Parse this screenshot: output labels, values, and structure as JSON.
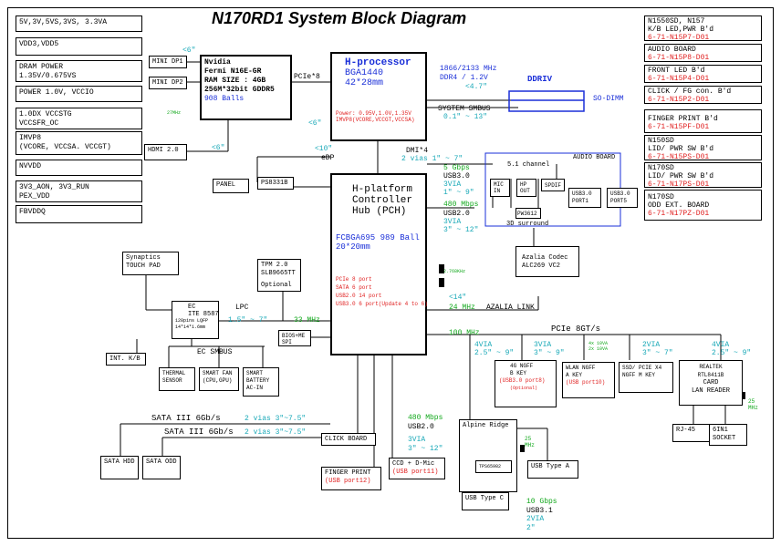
{
  "title": "N170RD1 System Block Diagram",
  "power_rails": [
    "5V,3V,5VS,3VS, 3.3VA",
    "VDD3,VDD5",
    "DRAM POWER\n1.35V/0.675VS",
    "POWER 1.0V, VCCIO",
    "1.0DX VCCSTG\nVCCSFR_OC",
    "IMVP8\n(VCORE, VCCSA. VCCGT)",
    "NVVDD",
    "3V3_AON, 3V3_RUN\nPEX_VDD",
    "FBVDDQ"
  ],
  "right_boards": [
    {
      "title": "N1550SD, N157\nK/B LED,PWR B'd",
      "part": "6-71-N15P7-D01"
    },
    {
      "title": "AUDIO BOARD",
      "part": "6-71-N15P8-D01"
    },
    {
      "title": "FRONT LED B'd",
      "part": "6-71-N15P4-D01"
    },
    {
      "title": "CLICK / FG con. B'd",
      "part": "6-71-N15P2-D01"
    },
    {
      "title": "FINGER PRINT B'd",
      "part": "6-71-N15PF-D01"
    },
    {
      "title": "N150SD\nLID/ PWR SW B'd",
      "part": "6-71-N15PS-D01"
    },
    {
      "title": "N170SD\nLID/ PWR SW B'd",
      "part": "6-71-N17PS-D01"
    },
    {
      "title": "N170SD\nODD EXT. BOARD",
      "part": "6-71-N17PZ-D01"
    }
  ],
  "gpu": {
    "name": "Nvidia\nFermi N16E-GR\nRAM SIZE : 4GB\n256M*32bit GDDR5",
    "balls": "908 Balls",
    "mini_dp1": "MINI DP1",
    "mini_dp2": "MINI DP2",
    "hdmi": "HDMI 2.0",
    "pcie": "PCIe*8",
    "n6": "<6\"",
    "n6b": "<6\"",
    "n6c": "<6\"",
    "tiny": "27MHz"
  },
  "cpu": {
    "name": "H-processor",
    "pkg": "BGA1440\n42*28mm",
    "power": "Power: 0.95V,1.0V,1.35V\nIMVP8(VCORE,VCCGT,VCCSA)",
    "ddr_speed": "1866/2133 MHz",
    "ddr_type": "DDR4 / 1.2V",
    "ddr_len": "<4.7\"",
    "ddriv": "DDRIV",
    "sodimm": "SO-DIMM",
    "smbus": "SYSTEM SMBUS",
    "smbus_len": "0.1\" ~ 13\"",
    "n6": "<6\""
  },
  "edp": {
    "len": "<10\"",
    "label": "eDP",
    "panel": "PANEL",
    "ps": "PS8331B"
  },
  "dmi": {
    "label": "DMI*4",
    "vias": "2 vias 1\" ~ 7\""
  },
  "pch": {
    "name": "H-platform\nController\nHub (PCH)",
    "pkg": "FCBGA695 989 Ball\n20*20mm",
    "ports": "PCIe 8 port\nSATA 6 port\nUSB2.0 14 port\nUSB3.0 6 port(Update 4 to 6)",
    "clk": "2.768KHz",
    "clk2": "24MHz"
  },
  "usb30_top": {
    "speed": "5 Gbps",
    "label": "USB3.0",
    "vias": "3VIA",
    "len": "1\" ~ 9\""
  },
  "usb20_top": {
    "speed": "480 Mbps",
    "label": "USB2.0",
    "vias": "3VIA",
    "len": "3\" ~ 12\""
  },
  "audio": {
    "board": "AUDIO BOARD",
    "channel": "5.1 channel",
    "mic": "MIC\nIN",
    "hp": "HP\nOUT",
    "spdif": "SPDIF",
    "pw": "PW3612",
    "usb30_1": "USB3.0\nPORT1",
    "usb30_5": "USB3.0\nPORT5",
    "surround": "3D surround",
    "codec": "Azalia Codec\nALC269 VC2",
    "link_len": "<14\"",
    "link_speed": "24 MHz",
    "link": "AZALIA LINK"
  },
  "ec": {
    "synaptics": "Synaptics\nTOUCH PAD",
    "tpm": "TPM 2.0\nSLB9665TT",
    "optional": "Optional",
    "ec": "EC\nITE 8587",
    "ec_pkg": "128pins LQFP\n14*14*1.6mm",
    "lpc": "LPC",
    "lpc_len": "1.5\" ~ 7\"",
    "lpc_speed": "33 MHz",
    "bios": "BIOS+ME\nSPI",
    "kb": "INT. K/B",
    "smbus": "EC SMBUS",
    "thermal": "THERMAL\nSENSOR",
    "fan": "SMART FAN\n(CPU,GPU)",
    "battery": "SMART\nBATTERY\nAC-IN"
  },
  "sata": {
    "line1": "SATA III 6Gb/s",
    "line1_len": "2 vias 3\"~7.5\"",
    "line2": "SATA III 6Gb/s",
    "line2_len": "2 vias 3\"~7.5\"",
    "hdd": "SATA HDD",
    "odd": "SATA ODD"
  },
  "lower": {
    "click": "CLICK BOARD",
    "finger": "FINGER PRINT",
    "finger_port": "(USB port12)",
    "usb2_speed": "480 Mbps",
    "usb2": "USB2.0",
    "usb2_vias": "3VIA",
    "usb2_len": "3\" ~ 12\"",
    "ccd": "CCD + D-Mic",
    "ccd_port": "(USB port11)",
    "alpine": "Alpine Ridge",
    "tps": "TPS65982",
    "typec": "USB Type C",
    "typea": "USB Type A",
    "gbps": "10 Gbps",
    "usb31": "USB3.1",
    "vias": "2VIA",
    "len2": "2\"",
    "mhz25": "25\nMHz"
  },
  "pcie_bus": {
    "label": "PCIe 8GT/s",
    "speed": "100 MHz",
    "ngff4g_via": "4VIA",
    "ngff4g_len": "2.5\" ~ 9\"",
    "ngff4g": "4G NGFF\nB KEY",
    "ngff4g_port": "(USB3.0 port8)",
    "ngff4g_opt": "(Optional)",
    "wlan_via": "3VIA",
    "wlan_len": "3\" ~ 9\"",
    "wlan": "WLAN NGFF\nA KEY",
    "wlan_port": "(USB port10)",
    "ssd_via": "2VIA",
    "ssd_len": "3\" ~ 7\"",
    "ssd": "SSD/ PCIE X4\nNGFF M KEY",
    "tiny": "4x 10VA\n2x 10VA",
    "lan_via": "4VIA",
    "lan_len": "2.5\" ~ 9\"",
    "lan": "REALTEK\nRTL8411B",
    "card": "CARD\nLAN READER",
    "rj45": "RJ-45",
    "socket": "6IN1\nSOCKET",
    "lan_clk": "25\nMHz"
  }
}
